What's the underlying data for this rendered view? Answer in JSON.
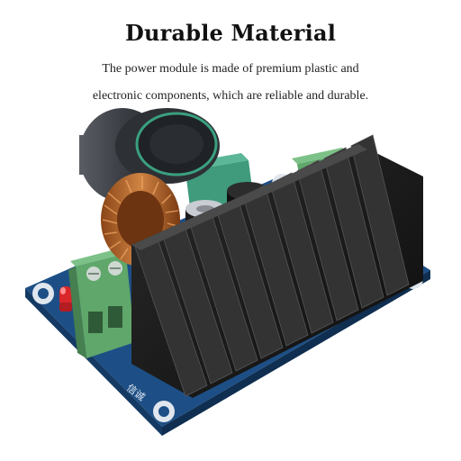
{
  "title": "Durable Material",
  "description": {
    "line1": "The power module is made of premium plastic and",
    "line2": "electronic components, which are reliable and durable."
  },
  "board_marking": "信诚",
  "colors": {
    "pcb": "#1d4f86",
    "heatsink": "#1b1b1b",
    "terminal": "#5fa76a",
    "copper_coil": "#b5652c",
    "knob": "#3f4248",
    "led": "#d8262a"
  }
}
